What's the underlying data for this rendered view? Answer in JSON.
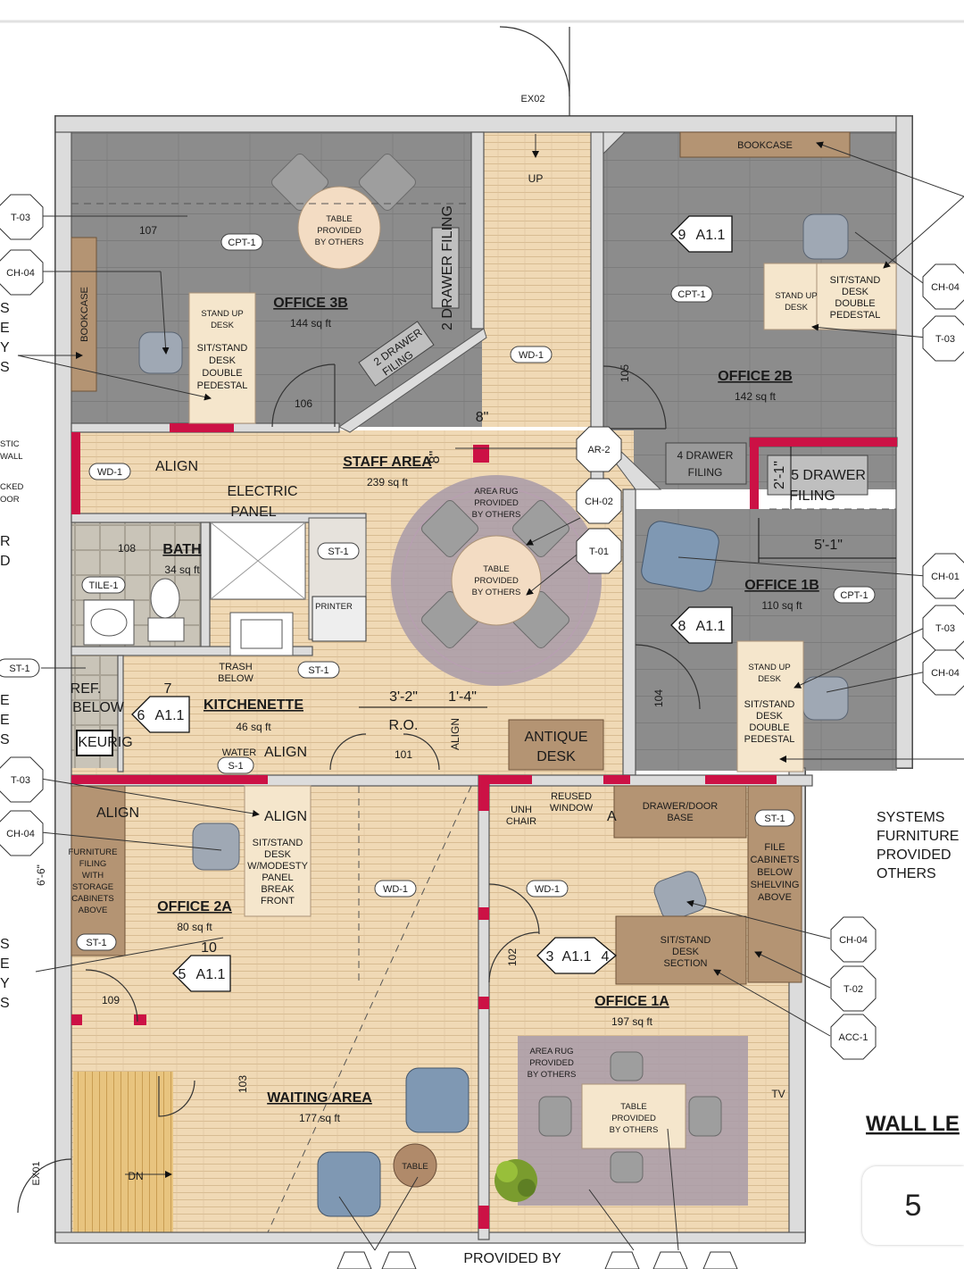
{
  "rooms": {
    "office_3b": {
      "name": "OFFICE 3B",
      "area": "144 sq ft"
    },
    "office_2b": {
      "name": "OFFICE 2B",
      "area": "142 sq ft"
    },
    "office_1b": {
      "name": "OFFICE 1B",
      "area": "110 sq ft"
    },
    "staff_area": {
      "name": "STAFF AREA",
      "area": "239 sq ft"
    },
    "bath": {
      "name": "BATH",
      "area": "34 sq ft"
    },
    "kitchenette": {
      "name": "KITCHENETTE",
      "area": "46 sq ft"
    },
    "office_2a": {
      "name": "OFFICE 2A",
      "area": "80 sq ft"
    },
    "office_1a": {
      "name": "OFFICE 1A",
      "area": "197 sq ft"
    },
    "waiting_area": {
      "name": "WAITING AREA",
      "area": "177 sq ft"
    }
  },
  "door_numbers": {
    "d107": "107",
    "d106": "106",
    "d105": "105",
    "d108": "108",
    "d104": "104",
    "d101": "101",
    "d109": "109",
    "d102": "102",
    "d103": "103"
  },
  "exits": {
    "ex01": "EX01",
    "ex02": "EX02"
  },
  "stairs": {
    "up": "UP",
    "dn": "DN"
  },
  "finish_tags": {
    "cpt1_3b": "CPT-1",
    "cpt1_2b": "CPT-1",
    "cpt1_1b": "CPT-1",
    "wd1_staff": "WD-1",
    "wd1_corr": "WD-1",
    "wd1_2a": "WD-1",
    "wd1_1a": "WD-1",
    "tile1": "TILE-1",
    "st1_bath": "ST-1",
    "st1_kit": "ST-1",
    "st1_1a": "ST-1",
    "st1_2a": "ST-1",
    "s1_water": "S-1"
  },
  "furniture": {
    "bookcase_3b": "BOOKCASE",
    "bookcase_2b": "BOOKCASE",
    "table_3b": [
      "TABLE",
      "PROVIDED",
      "BY OTHERS"
    ],
    "table_staff": [
      "TABLE",
      "PROVIDED",
      "BY OTHERS"
    ],
    "table_1a": [
      "TABLE",
      "PROVIDED",
      "BY OTHERS"
    ],
    "rug_staff": [
      "AREA RUG",
      "PROVIDED",
      "BY OTHERS"
    ],
    "rug_1a": [
      "AREA RUG",
      "PROVIDED",
      "BY OTHERS"
    ],
    "filing_2drawer_a": "2 DRAWER FILING",
    "filing_2drawer_b": [
      "2 DRAWER",
      "FILING"
    ],
    "filing_4drawer": [
      "4 DRAWER",
      "FILING"
    ],
    "filing_5drawer": [
      "5 DRAWER",
      "FILING"
    ],
    "desk_3b": [
      "STAND UP",
      "DESK",
      "",
      "SIT/STAND",
      "DESK",
      "DOUBLE",
      "PEDESTAL"
    ],
    "desk_2b_a": [
      "STAND UP",
      "DESK"
    ],
    "desk_2b_b": [
      "SIT/STAND",
      "DESK",
      "DOUBLE",
      "PEDESTAL"
    ],
    "desk_1b": [
      "STAND UP",
      "DESK",
      "",
      "SIT/STAND",
      "DESK",
      "DOUBLE",
      "PEDESTAL"
    ],
    "desk_2a": [
      "SIT/STAND",
      "DESK",
      "W/MODESTY",
      "PANEL",
      "BREAK",
      "FRONT"
    ],
    "storage_2a": [
      "FURNITURE",
      "FILING",
      "WITH",
      "STORAGE",
      "CABINETS",
      "ABOVE"
    ],
    "antique_desk": [
      "ANTIQUE",
      "DESK"
    ],
    "drawer_base": [
      "DRAWER/DOOR",
      "BASE"
    ],
    "file_cabinets": [
      "FILE",
      "CABINETS",
      "BELOW",
      "SHELVING",
      "ABOVE"
    ],
    "desk_1a": [
      "SIT/STAND",
      "DESK",
      "SECTION"
    ],
    "printer": "PRINTER",
    "table_waiting": "TABLE",
    "tv": "TV"
  },
  "notes": {
    "align_staff": "ALIGN",
    "electric_panel": [
      "ELECTRIC",
      "PANEL"
    ],
    "trash_below": [
      "TRASH",
      "BELOW"
    ],
    "ref_below": [
      "REF.",
      "BELOW"
    ],
    "keurig": "KEURIG",
    "water": "WATER",
    "align_kit": "ALIGN",
    "align_2a_a": "ALIGN",
    "align_2a_b": "ALIGN",
    "align_vert": "ALIGN",
    "ro": "R.O.",
    "unh_chair": [
      "UNH",
      "CHAIR"
    ],
    "reused_window": [
      "REUSED",
      "WINDOW"
    ],
    "systems_furniture": [
      "SYSTEMS",
      "FURNITURE",
      "PROVIDED",
      "OTHERS"
    ],
    "provided_by": "PROVIDED BY",
    "wall_legend": "WALL LE",
    "left_fragments": [
      "S",
      "E",
      "Y",
      "S",
      "STIC",
      "WALL",
      "CKED",
      "OOR",
      "R",
      "D",
      "E",
      "E",
      "S",
      "6'-6\"",
      "S",
      "E",
      "Y",
      "S",
      "A"
    ]
  },
  "dimensions": {
    "d8a": "8\"",
    "d8b": "8\"",
    "d2_1": "2'-1\"",
    "d5_1": "5'-1\"",
    "d3_2": "3'-2\"",
    "d1_4": "1'-4\""
  },
  "section_markers": {
    "m_3b": {
      "num": "9",
      "sheet": "A1.1"
    },
    "m_1b": {
      "num": "8",
      "sheet": "A1.1"
    },
    "m_kit": {
      "num": "6",
      "sheet": "A1.1",
      "top": "7"
    },
    "m_2a": {
      "num": "5",
      "sheet": "A1.1",
      "top": "10"
    },
    "m_1a": {
      "num": "3",
      "sheet": "A1.1",
      "right": "4"
    }
  },
  "callouts": {
    "l1": "T-03",
    "l2": "CH-04",
    "l3": "ST-1",
    "l4": "T-03",
    "l5": "CH-04",
    "r1": "CH-04",
    "r2": "T-03",
    "r3": "CH-01",
    "r4": "T-03",
    "r5": "CH-04",
    "r6": "CH-04",
    "r7": "T-02",
    "r8": "ACC-1",
    "c1": "AR-2",
    "c2": "CH-02",
    "c3": "T-01"
  },
  "page_number": "5",
  "colors": {
    "carpet": "#8c8c8c",
    "wood": "#f0d9b5",
    "wall": "#d8d8d8",
    "accent": "#cc1145",
    "rug": "#a89aa8",
    "furniture": "#f5e6cc",
    "cabinet": "#b49473"
  }
}
